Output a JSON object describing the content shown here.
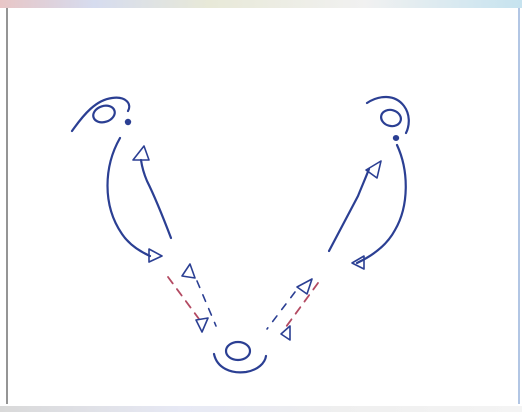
{
  "diagram": {
    "colors": {
      "ink": "#2b3f93",
      "accent": "#b34a62",
      "background": "#ffffff"
    },
    "nodes": [
      {
        "id": "top-left",
        "shape": "circle"
      },
      {
        "id": "top-right",
        "shape": "circle"
      },
      {
        "id": "bottom",
        "shape": "circle"
      }
    ],
    "links": [
      {
        "from": "top-left",
        "to": "top-left",
        "style": "solid",
        "kind": "loop"
      },
      {
        "from": "top-right",
        "to": "top-right",
        "style": "solid",
        "kind": "loop"
      },
      {
        "from": "top-left",
        "to": "bottom",
        "style": "dashed"
      },
      {
        "from": "top-right",
        "to": "bottom",
        "style": "dashed"
      }
    ]
  }
}
